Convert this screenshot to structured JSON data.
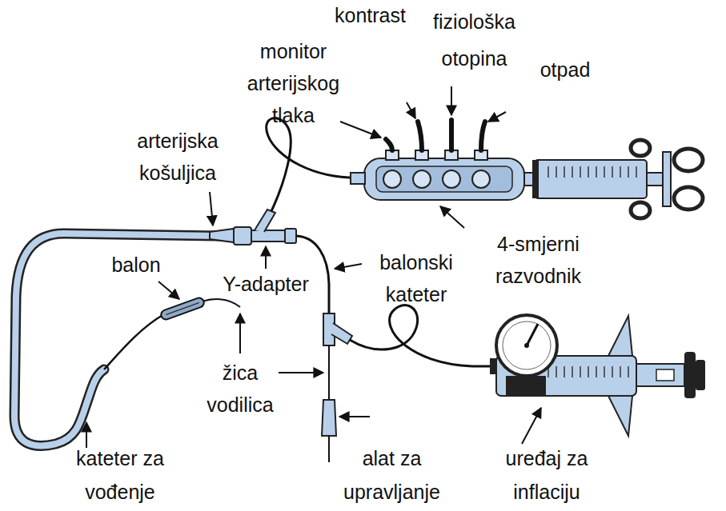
{
  "diagram": {
    "labels": [
      "kontrast",
      "fiziološka otopina",
      "monitor arterijskog tlaka",
      "otpad",
      "arterijska košuljica",
      "balon",
      "Y-adapter",
      "balonski kateter",
      "4-smjerni razvodnik",
      "žica vodilica",
      "kateter za vođenje",
      "alat za upravljanje",
      "uređaj za inflaciju"
    ]
  }
}
